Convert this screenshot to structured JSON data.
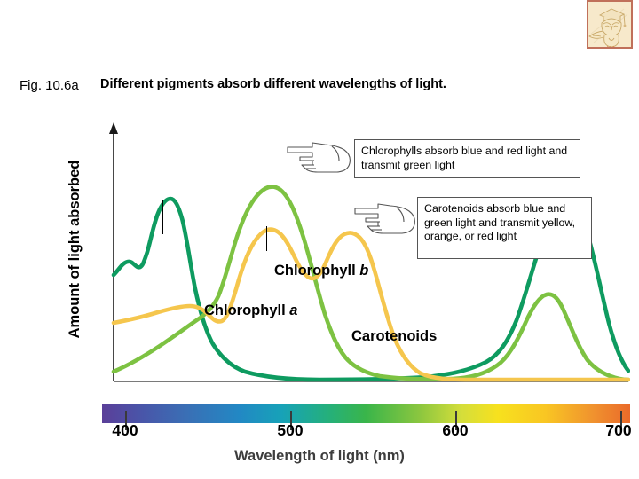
{
  "logo": {
    "name": "owl-graduate-logo",
    "border_color": "#c0705a",
    "background_color": "#f6e6c8"
  },
  "header": {
    "figure_number": "Fig. 10.6a",
    "title": "Different pigments absorb different wavelengths of light."
  },
  "callouts": [
    {
      "id": "chlorophyll",
      "text": "Chlorophylls absorb blue and red light and transmit green light"
    },
    {
      "id": "carotenoid",
      "text": "Carotenoids absorb blue and green light and transmit yellow, orange, or red light"
    }
  ],
  "curve_labels": {
    "chlorophyll_a_prefix": "Chlorophyll ",
    "chlorophyll_a_italic": "a",
    "chlorophyll_b_prefix": "Chlorophyll ",
    "chlorophyll_b_italic": "b",
    "carotenoids": "Carotenoids"
  },
  "icons": {
    "hand_pointer": "pointing-hand-icon"
  },
  "chart_data": {
    "type": "line",
    "title": "Different pigments absorb different wavelengths of light.",
    "xlabel": "Wavelength of light (nm)",
    "ylabel": "Amount of light absorbed",
    "xlim": [
      380,
      710
    ],
    "ylim": [
      0,
      1
    ],
    "grid": false,
    "legend": "inline-labels",
    "x_ticks": [
      400,
      500,
      600,
      700
    ],
    "y_ticks": [],
    "colors": {
      "chlorophyll_a": "#0E9B60",
      "chlorophyll_b": "#7DC242",
      "carotenoids": "#F5C64D"
    },
    "series": [
      {
        "name": "Chlorophyll a",
        "color": "#0E9B60",
        "x": [
          380,
          390,
          400,
          408,
          415,
          422,
          430,
          438,
          445,
          452,
          460,
          470,
          480,
          495,
          510,
          530,
          560,
          600,
          620,
          640,
          650,
          660,
          668,
          675,
          682,
          690,
          698,
          705
        ],
        "y": [
          0.42,
          0.47,
          0.46,
          0.44,
          0.56,
          0.72,
          0.69,
          0.52,
          0.33,
          0.21,
          0.13,
          0.08,
          0.06,
          0.04,
          0.03,
          0.02,
          0.02,
          0.03,
          0.06,
          0.14,
          0.26,
          0.5,
          0.72,
          0.76,
          0.62,
          0.36,
          0.12,
          0.04
        ]
      },
      {
        "name": "Chlorophyll b",
        "color": "#7DC242",
        "x": [
          380,
          395,
          410,
          425,
          435,
          442,
          448,
          455,
          460,
          465,
          472,
          480,
          490,
          500,
          510,
          520,
          540,
          570,
          600,
          620,
          635,
          645,
          652,
          660,
          668,
          678,
          690,
          700,
          707
        ],
        "y": [
          0.04,
          0.09,
          0.16,
          0.25,
          0.3,
          0.38,
          0.52,
          0.72,
          0.84,
          0.86,
          0.78,
          0.62,
          0.44,
          0.28,
          0.17,
          0.1,
          0.05,
          0.03,
          0.03,
          0.07,
          0.2,
          0.36,
          0.4,
          0.35,
          0.24,
          0.12,
          0.05,
          0.02,
          0.01
        ]
      },
      {
        "name": "Carotenoids",
        "color": "#F5C64D",
        "x": [
          380,
          395,
          410,
          420,
          428,
          434,
          440,
          448,
          456,
          462,
          468,
          474,
          480,
          486,
          492,
          498,
          504,
          512,
          520,
          530,
          542,
          556,
          570,
          590,
          620,
          660,
          700,
          707
        ],
        "y": [
          0.22,
          0.24,
          0.27,
          0.29,
          0.28,
          0.25,
          0.28,
          0.42,
          0.58,
          0.66,
          0.67,
          0.62,
          0.55,
          0.55,
          0.61,
          0.66,
          0.67,
          0.65,
          0.6,
          0.48,
          0.32,
          0.17,
          0.09,
          0.04,
          0.02,
          0.02,
          0.02,
          0.02
        ]
      }
    ],
    "spectrum_bar": {
      "present": true,
      "range_nm": [
        385,
        705
      ],
      "stops": [
        "#5b3f99",
        "#4a54a8",
        "#3a6fb5",
        "#2288c4",
        "#17a2b8",
        "#25b07a",
        "#3ab54a",
        "#8ac63f",
        "#d4de3b",
        "#f7e11e",
        "#f9c623",
        "#f0922e",
        "#ea6a2a"
      ]
    }
  },
  "axis": {
    "x_tick_labels": [
      "400",
      "500",
      "600",
      "700"
    ],
    "x_title": "Wavelength of light (nm)",
    "y_title": "Amount of light absorbed"
  }
}
